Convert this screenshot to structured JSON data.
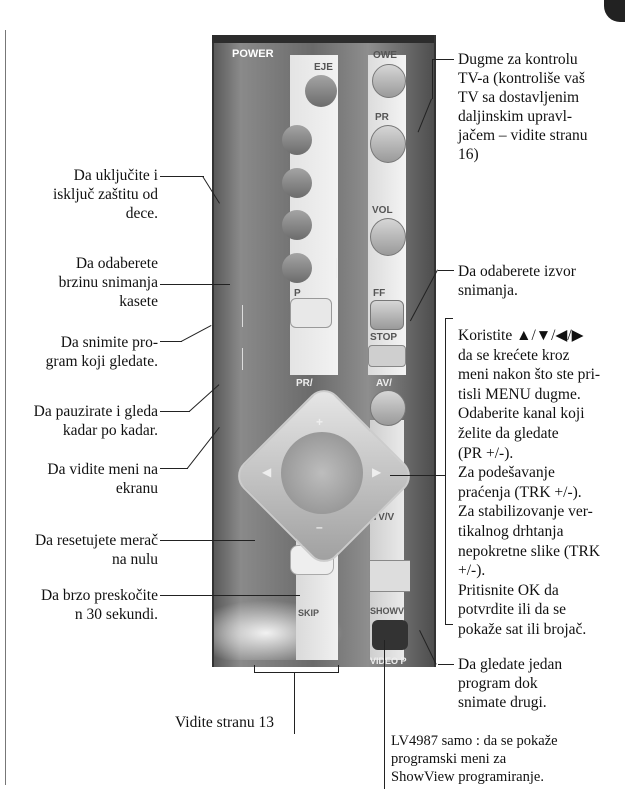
{
  "remote": {
    "power_label": "POWER",
    "eject_label": "EJE",
    "tv_power_label": "OWE",
    "pr_label": "PR",
    "vol_label": "VOL",
    "ff_label": "FF",
    "stop_label": "STOP",
    "p_label": "P",
    "pr2_label": "PR/",
    "av_label": "AV/",
    "tvv_label": "TV/V",
    "skip_label": "SKIP",
    "showview_label": "SHOWV",
    "video_label": "VIDEO P"
  },
  "left_labels": {
    "child_lock": [
      "Da uključite i",
      "isključ zaštitu od",
      "dece."
    ],
    "record_speed": [
      "Da odaberete",
      "brzinu snimanja",
      "kasete"
    ],
    "record_program": [
      "Da snimite pro-",
      "gram koji gledate."
    ],
    "pause": [
      "Da pauzirate i gleda",
      "kadar po kadar."
    ],
    "menu": [
      "Da vidite meni na",
      "ekranu"
    ],
    "reset_counter": [
      "Da resetujete merač",
      "na nulu"
    ],
    "skip": [
      "Da brzo preskočite",
      "n 30 sekundi."
    ]
  },
  "right_labels": {
    "tv_control": [
      "Dugme za kontrolu",
      "TV-a (kontroliše vaš",
      "TV sa dostavljenim",
      "daljinskim upravl-",
      "jačem – vidite stranu",
      "16)"
    ],
    "record_source": [
      "Da odaberete izvor",
      "snimanja."
    ],
    "navigation": [
      "Koristite ▲/▼/◀/▶",
      "da se krećete kroz",
      "meni nakon što ste pri-",
      "tisli MENU dugme.",
      "Odaberite kanal koji",
      "želite da gledate",
      "(PR +/-).",
      "Za podešavanje",
      "praćenja (TRK +/-).",
      "Za stabilizovanje ver-",
      "tikalnog drhtanja",
      "nepokretne slike (TRK",
      "+/-).",
      "Pritisnite OK da",
      "potvrdite ili da se",
      "pokaže sat ili brojač."
    ],
    "watch_other": [
      "Da gledate jedan",
      "program dok",
      "snimate drugi."
    ]
  },
  "bottom_labels": {
    "see_page": "Vidite stranu 13",
    "showview": [
      "LV4987 samo : da se pokaže",
      "programski meni za",
      "ShowView programiranje."
    ]
  }
}
